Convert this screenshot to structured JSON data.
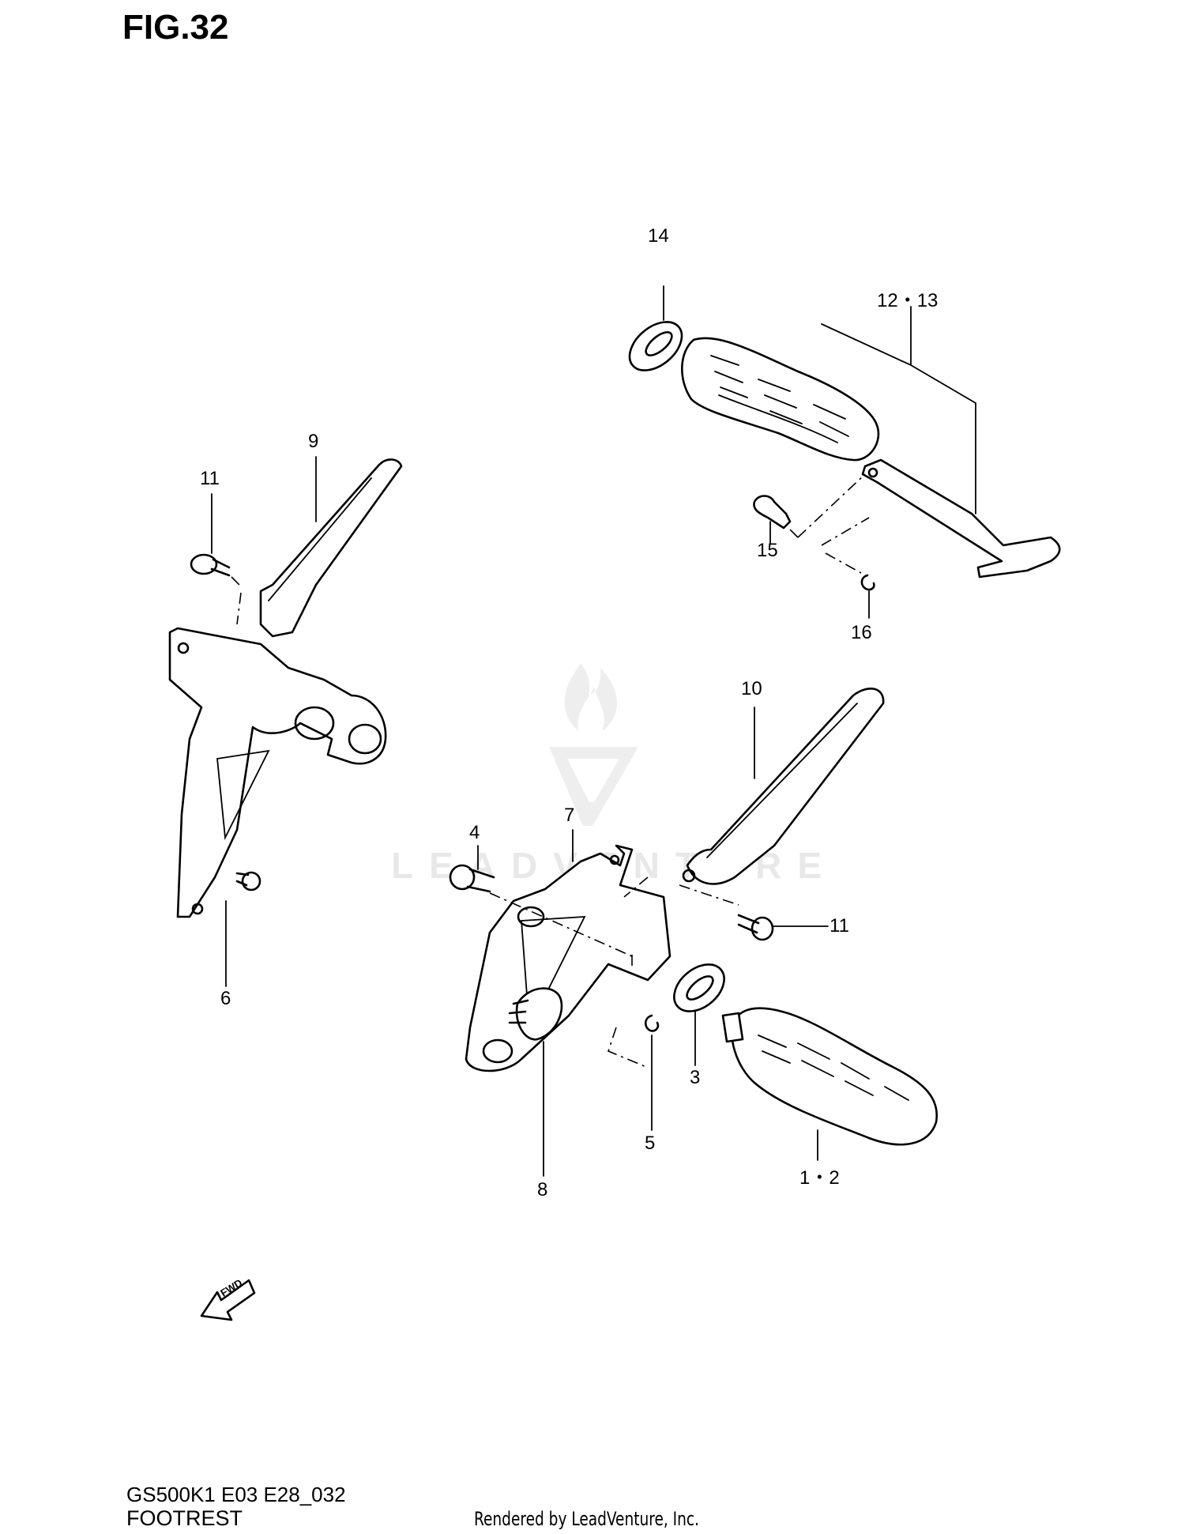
{
  "figure": {
    "title": "FIG.32",
    "model_code": "GS500K1 E03 E28_032",
    "section_name": "FOOTREST",
    "credit": "Rendered by LeadVenture, Inc.",
    "watermark": "LEADVENTURE"
  },
  "callouts": [
    {
      "id": "p14",
      "label": "14"
    },
    {
      "id": "p12-13",
      "label": "12・13"
    },
    {
      "id": "p9",
      "label": "9"
    },
    {
      "id": "p11a",
      "label": "11"
    },
    {
      "id": "p15",
      "label": "15"
    },
    {
      "id": "p16",
      "label": "16"
    },
    {
      "id": "p10",
      "label": "10"
    },
    {
      "id": "p7",
      "label": "7"
    },
    {
      "id": "p4",
      "label": "4"
    },
    {
      "id": "p11b",
      "label": "11"
    },
    {
      "id": "p6",
      "label": "6"
    },
    {
      "id": "p3",
      "label": "3"
    },
    {
      "id": "p5",
      "label": "5"
    },
    {
      "id": "p1-2",
      "label": "1・2"
    },
    {
      "id": "p8",
      "label": "8"
    }
  ],
  "direction_marker": {
    "label": "FWD",
    "icon": "forward-arrow-icon"
  }
}
